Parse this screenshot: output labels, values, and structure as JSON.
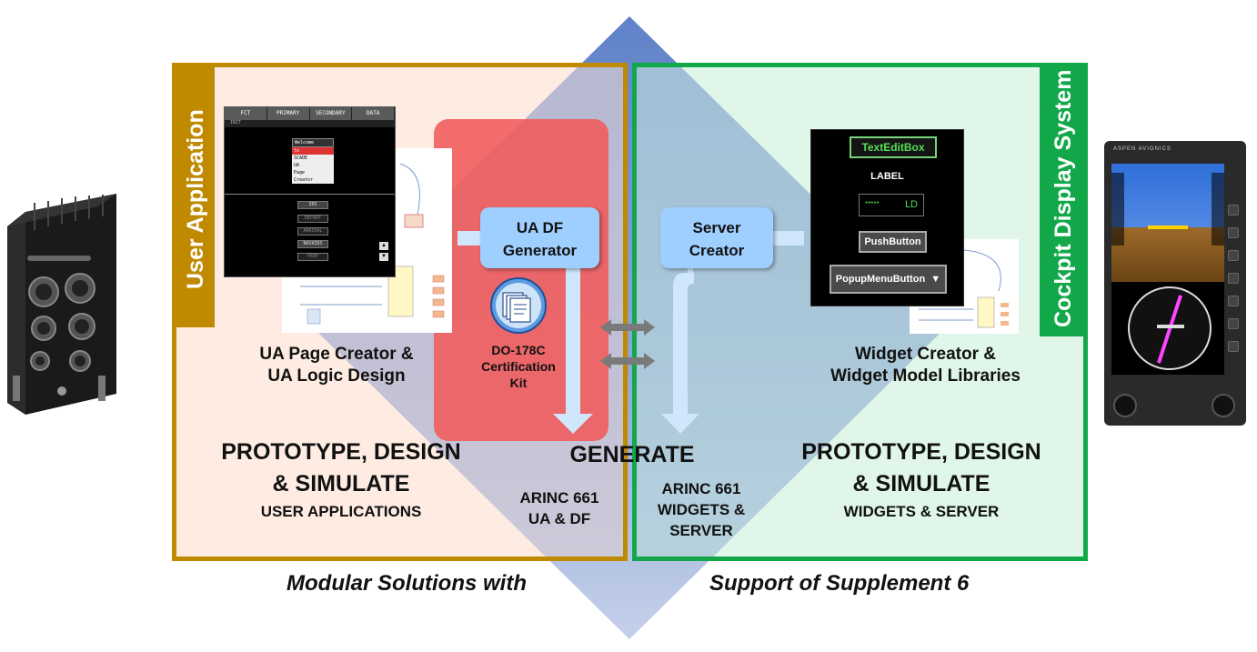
{
  "left_panel": {
    "vertical_title": "User Application",
    "caption_line1": "UA Page Creator &",
    "caption_line2": "UA Logic Design",
    "heading_line1": "PROTOTYPE, DESIGN",
    "heading_line2": "& SIMULATE",
    "subheading": "USER  APPLICATIONS",
    "border_color": "#c08a00"
  },
  "right_panel": {
    "vertical_title": "Cockpit Display System",
    "caption_line1": "Widget Creator &",
    "caption_line2": "Widget Model Libraries",
    "heading_line1": "PROTOTYPE, DESIGN",
    "heading_line2": "& SIMULATE",
    "subheading": "WIDGETS & SERVER",
    "border_color": "#12a84a"
  },
  "center": {
    "ua_df_generator_line1": "UA DF",
    "ua_df_generator_line2": "Generator",
    "server_creator_line1": "Server",
    "server_creator_line2": "Creator",
    "cert_kit_line1": "DO-178C",
    "cert_kit_line2": "Certification",
    "cert_kit_line3": "Kit",
    "generate": "GENERATE",
    "arinc_ua_line1": "ARINC 661",
    "arinc_ua_line2": "UA & DF",
    "arinc_widgets_line1": "ARINC 661",
    "arinc_widgets_line2": "WIDGETS &",
    "arinc_widgets_line3": "SERVER",
    "highlight_color": "#f05a5a",
    "pill_color": "#9fcfff"
  },
  "footer": {
    "left": "Modular Solutions with",
    "right": "Support of Supplement 6"
  },
  "ua_screen": {
    "tabs": [
      "FCT",
      "PRIMARY",
      "SECONDARY",
      "DATA"
    ],
    "init": "INIT",
    "menu_head": "Welcome",
    "menu_items": [
      "to",
      "SCADE",
      "UA",
      "Page",
      "Creator"
    ],
    "buttons": [
      "IRS",
      "DEPART",
      "ARRIVAL",
      "NAVAIDS",
      "PERF"
    ]
  },
  "widget_screen": {
    "textedit": "TextEditBox",
    "label": "LABEL",
    "password": "*****",
    "password_suffix": "LD",
    "pushbutton": "PushButton",
    "popup": "PopupMenuButton"
  },
  "cockpit": {
    "brand": "ASPEN AVIONICS"
  }
}
